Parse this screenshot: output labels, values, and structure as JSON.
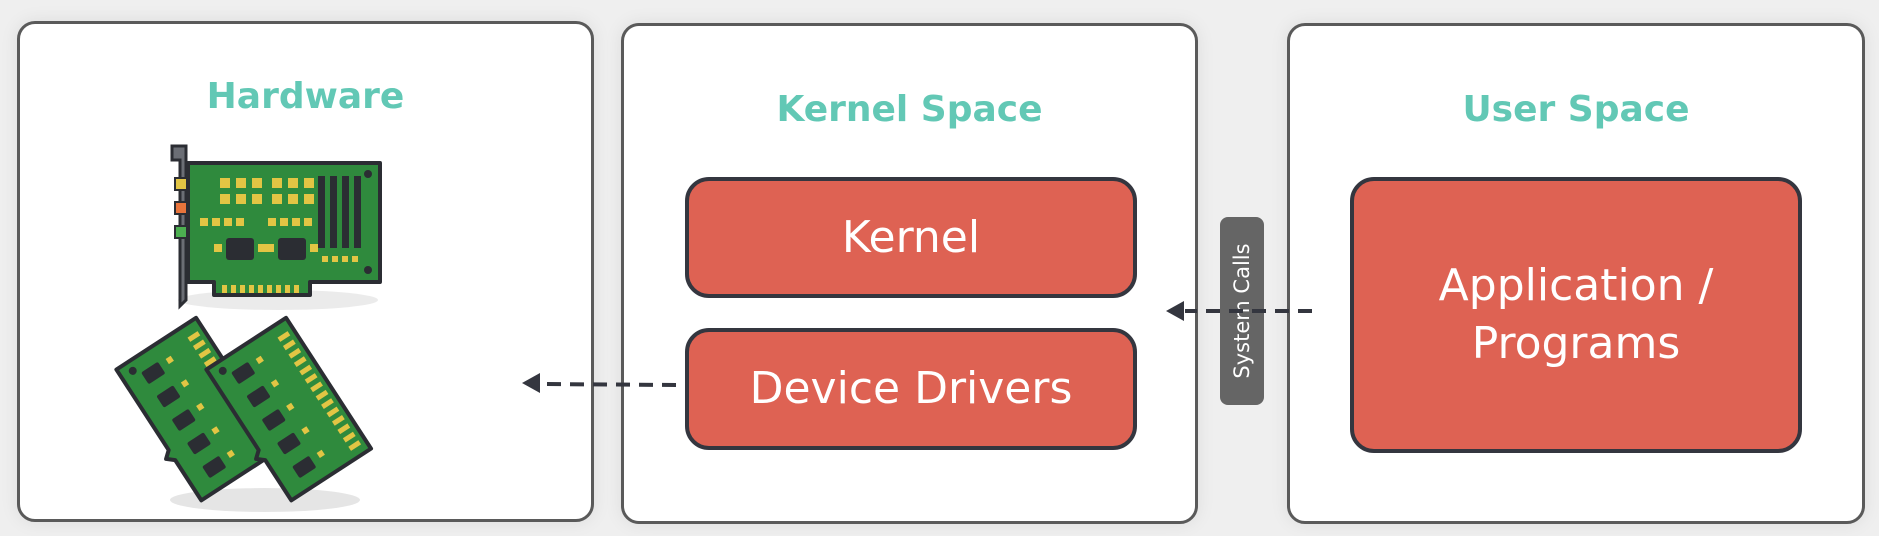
{
  "panels": {
    "hardware": {
      "title": "Hardware"
    },
    "kernel_space": {
      "title": "Kernel Space"
    },
    "user_space": {
      "title": "User Space"
    }
  },
  "blocks": {
    "kernel": "Kernel",
    "device_drivers": "Device Drivers",
    "application_line1": "Application /",
    "application_line2": "Programs"
  },
  "connector": {
    "label": "System Calls"
  },
  "colors": {
    "title": "#62c8b5",
    "block_fill": "#de6253",
    "block_border": "#34363f",
    "panel_border": "#5a5a5a",
    "pcb_green": "#2f8a3d",
    "chip_gold": "#e2c544"
  },
  "icons": [
    "expansion-card-icon",
    "memory-module-icon"
  ]
}
